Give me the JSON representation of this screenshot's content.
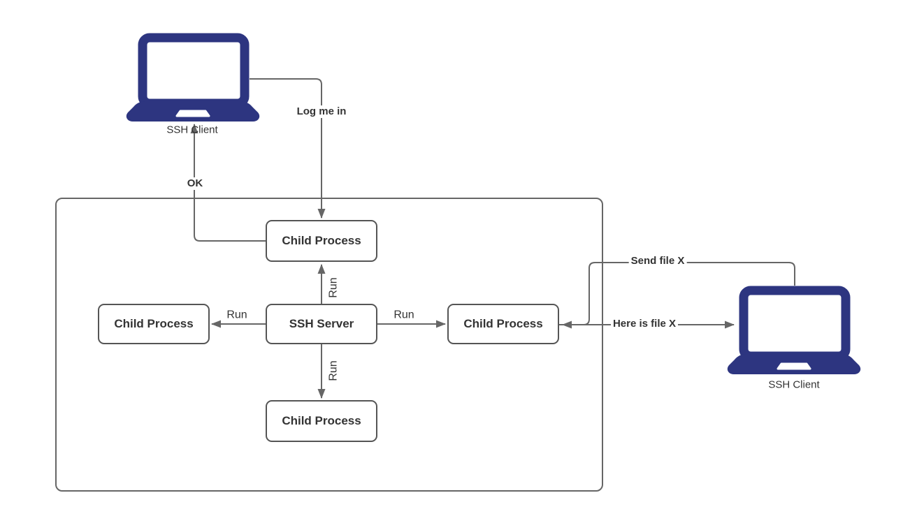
{
  "diagram": {
    "nodes": {
      "child_top": {
        "label": "Child Process"
      },
      "child_left": {
        "label": "Child Process"
      },
      "ssh_server": {
        "label": "SSH Server"
      },
      "child_right": {
        "label": "Child Process"
      },
      "child_bottom": {
        "label": "Child Process"
      }
    },
    "clients": {
      "left": {
        "label": "SSH Client"
      },
      "right": {
        "label": "SSH Client"
      }
    },
    "edge_labels": {
      "log_me_in": "Log me in",
      "ok": "OK",
      "run_up": "Run",
      "run_down": "Run",
      "run_left": "Run",
      "run_right": "Run",
      "send_file": "Send file X",
      "here_is_file": "Here is file X"
    }
  },
  "colors": {
    "laptop": "#2d3580",
    "line": "#666666",
    "box_border": "#555555",
    "text": "#333333",
    "background": "#ffffff"
  }
}
